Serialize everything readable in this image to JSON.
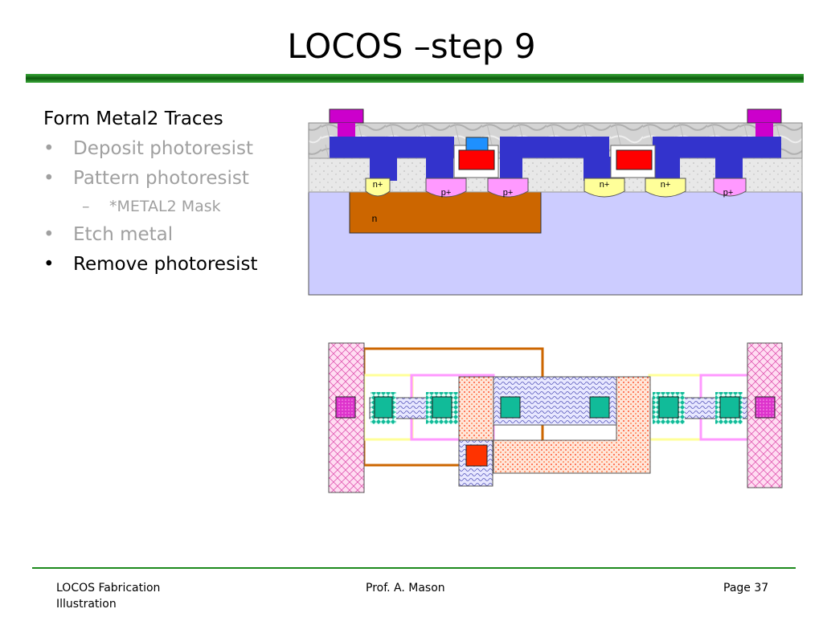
{
  "slide": {
    "title": "LOCOS –step 9"
  },
  "colors": {
    "title_bar": "#1f8a1f",
    "bullet_active": "#000000",
    "bullet_inactive": "#a0a0a0",
    "footer_line": "#1d8a1d"
  },
  "bullets": [
    {
      "marker": "",
      "text": "Form Metal2 Traces",
      "level": 0,
      "state": "active"
    },
    {
      "marker": "•",
      "text": "Deposit photoresist",
      "level": 1,
      "state": "inactive"
    },
    {
      "marker": "•",
      "text": "Pattern photoresist",
      "level": 1,
      "state": "inactive"
    },
    {
      "marker": "–",
      "text": "*METAL2 Mask",
      "level": 2,
      "state": "inactive"
    },
    {
      "marker": "•",
      "text": "Etch metal",
      "level": 1,
      "state": "inactive"
    },
    {
      "marker": "•",
      "text": "Remove photoresist",
      "level": 1,
      "state": "active"
    }
  ],
  "cross_section": {
    "labels": {
      "n_well": "n",
      "nplus_1": "n+",
      "pplus_1": "p+",
      "pplus_2": "p+",
      "nplus_2": "n+",
      "nplus_3": "n+",
      "pplus_3": "p+"
    },
    "colors": {
      "substrate": "#ccccff",
      "n_well": "#cc6600",
      "n_plus": "#ffff99",
      "p_plus": "#ff99ff",
      "field_oxide": "#e6e6e6",
      "metal1": "#3333cc",
      "poly": "#ff0000",
      "metal2": "#cc00cc",
      "via": "#1e90ff",
      "passivation": "#cfcfcf"
    }
  },
  "layout": {
    "colors": {
      "metal2": "#ff99ff",
      "metal1": "#9999dd",
      "poly": "#ff7755",
      "active": "#11bb99",
      "n_select": "#ffff99",
      "p_select": "#ff99ff",
      "n_well": "#cc6600",
      "contact": "#ff3300"
    }
  },
  "footer": {
    "left": "LOCOS Fabrication Illustration",
    "center": "Prof. A. Mason",
    "right": "Page 37"
  }
}
